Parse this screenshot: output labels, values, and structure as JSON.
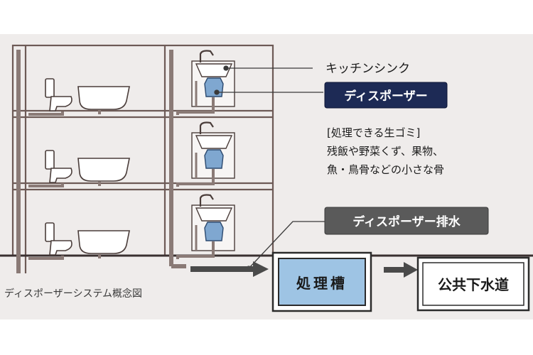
{
  "labels": {
    "kitchen_sink": "キッチンシンク",
    "disposer": "ディスポーザー",
    "garbage_heading": "[処理できる生ゴミ]",
    "garbage_line1": "残飯や野菜くず、果物、",
    "garbage_line2": "魚・鳥骨などの小さな骨",
    "disposer_drain": "ディスポーザー排水",
    "treatment_tank": "処理槽",
    "public_sewer": "公共下水道",
    "caption": "ディスポーザーシステム概念図"
  },
  "colors": {
    "background": "#efeceb",
    "building_line": "#6d5a56",
    "pipe": "#8a7a76",
    "disposer_box": "#1d2a55",
    "drain_box": "#5a5a5a",
    "tank_fill": "#9ec4e4",
    "tank_border": "#2b2b2b",
    "unit_blue": "#7fa7d0",
    "arrow": "#4a4a4a"
  },
  "floors": 3
}
